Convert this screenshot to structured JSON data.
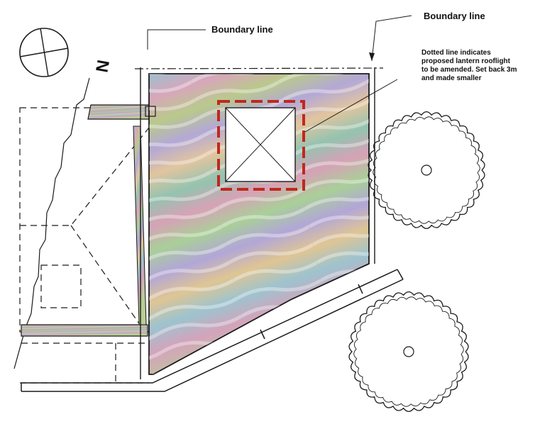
{
  "labels": {
    "boundary_left": "Boundary line",
    "boundary_right": "Boundary line",
    "note_lines": [
      "Dotted line indicates",
      "proposed lantern rooflight",
      "to be amended. Set back 3m",
      "and made smaller"
    ],
    "north": "N"
  },
  "colors": {
    "line": "#1a1a1a",
    "rooflight_outline": "#c0281e",
    "roof_base": "#c9a9b8",
    "roof_bands": [
      "#8fb8c8",
      "#c7d08a",
      "#d9a0b4",
      "#a4c7a0",
      "#b7a8d6",
      "#e0c39a"
    ]
  },
  "icons": {
    "north_symbol": "compass-icon",
    "trees": "tree-canopy-icon"
  }
}
